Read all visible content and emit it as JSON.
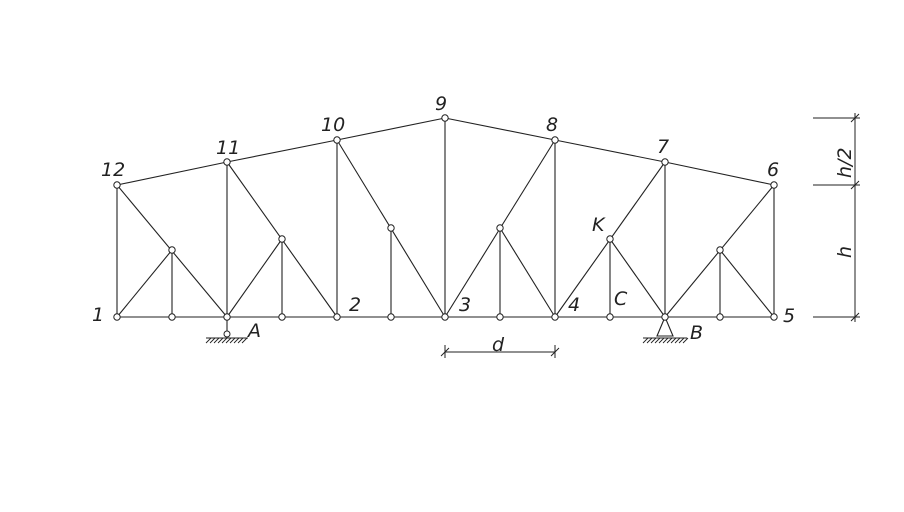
{
  "diagram": {
    "node_labels": {
      "n1": "1",
      "n2": "2",
      "n3": "3",
      "n4": "4",
      "n5": "5",
      "n6": "6",
      "n7": "7",
      "n8": "8",
      "n9": "9",
      "n10": "10",
      "n11": "11",
      "n12": "12"
    },
    "support_labels": {
      "A": "A",
      "B": "B"
    },
    "point_labels": {
      "K": "K",
      "C": "C"
    },
    "dimension_labels": {
      "panel": "d",
      "height": "h",
      "rise": "h/2"
    }
  }
}
